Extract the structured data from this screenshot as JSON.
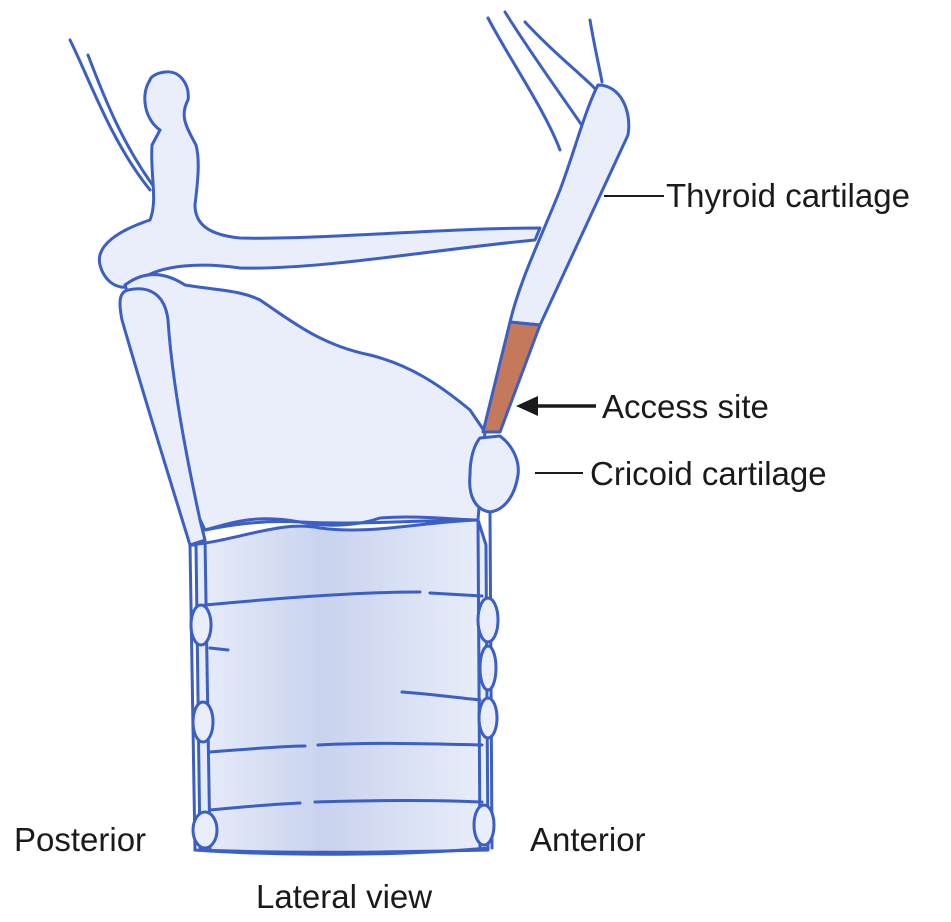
{
  "labels": {
    "thyroid": "Thyroid cartilage",
    "access": "Access site",
    "cricoid": "Cricoid cartilage",
    "posterior": "Posterior",
    "anterior": "Anterior",
    "view": "Lateral view"
  },
  "colors": {
    "outline": "#3b5fc4",
    "cartilage_fill": "#e9eefa",
    "shading": "#c9d3ee",
    "access_site": "#c47a5a",
    "text": "#1a1a1a"
  }
}
